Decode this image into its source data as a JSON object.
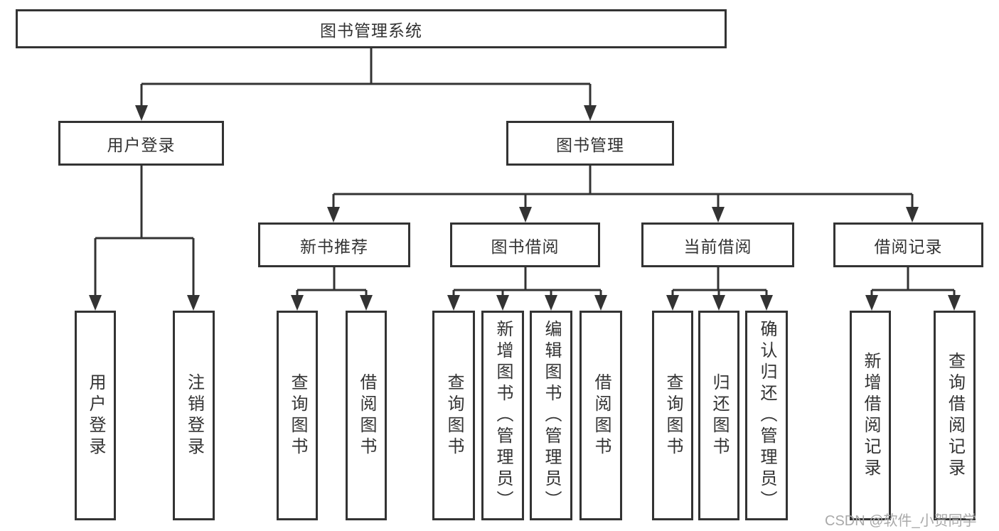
{
  "diagram": {
    "root": {
      "label": "图书管理系统"
    },
    "level2": [
      {
        "id": "user-login",
        "label": "用户登录"
      },
      {
        "id": "book-management",
        "label": "图书管理"
      }
    ],
    "level3": [
      {
        "id": "new-book-recommendation",
        "parent": "图书管理",
        "label": "新书推荐"
      },
      {
        "id": "book-borrowing",
        "parent": "图书管理",
        "label": "图书借阅"
      },
      {
        "id": "current-borrowing",
        "parent": "图书管理",
        "label": "当前借阅"
      },
      {
        "id": "borrowing-records",
        "parent": "图书管理",
        "label": "借阅记录"
      }
    ],
    "leaves": [
      {
        "parent": "用户登录",
        "label": "用户登录"
      },
      {
        "parent": "用户登录",
        "label": "注销登录"
      },
      {
        "parent": "新书推荐",
        "label": "查询图书"
      },
      {
        "parent": "新书推荐",
        "label": "借阅图书"
      },
      {
        "parent": "图书借阅",
        "label": "查询图书"
      },
      {
        "parent": "图书借阅",
        "label": "新增图书（管理员）"
      },
      {
        "parent": "图书借阅",
        "label": "编辑图书（管理员）"
      },
      {
        "parent": "图书借阅",
        "label": "借阅图书"
      },
      {
        "parent": "当前借阅",
        "label": "查询图书"
      },
      {
        "parent": "当前借阅",
        "label": "归还图书"
      },
      {
        "parent": "当前借阅",
        "label": "确认归还（管理员）"
      },
      {
        "parent": "借阅记录",
        "label": "新增借阅记录"
      },
      {
        "parent": "借阅记录",
        "label": "查询借阅记录"
      }
    ],
    "colors": {
      "line": "#333333",
      "text": "#333333",
      "box_background": "#ffffff",
      "page_background": "#ffffff",
      "watermark": "#a9a9a9"
    },
    "watermark": {
      "text": "CSDN @软件_小贺同学"
    }
  }
}
